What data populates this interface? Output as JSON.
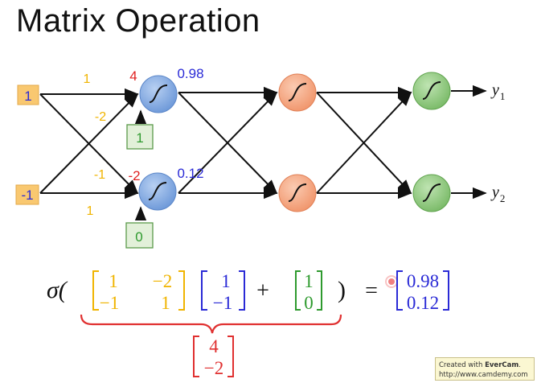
{
  "slide": {
    "title": "Matrix Operation"
  },
  "network": {
    "inputs": [
      "1",
      "-1"
    ],
    "weights_to_top": [
      "1",
      "-2"
    ],
    "weights_to_bottom": [
      "-1",
      "1"
    ],
    "biases": [
      "1",
      "0"
    ],
    "pre_activations": [
      "4",
      "-2"
    ],
    "activations": [
      "0.98",
      "0.12"
    ],
    "outputs": [
      "y",
      "y"
    ],
    "output_subscripts": [
      "1",
      "2"
    ]
  },
  "equation": {
    "sigma": "σ(",
    "close_paren": ")",
    "plus": "+",
    "equals": "=",
    "weight_matrix": [
      [
        "1",
        "−2"
      ],
      [
        "−1",
        "1"
      ]
    ],
    "input_vector": [
      "1",
      "−1"
    ],
    "bias_vector": [
      "1",
      "0"
    ],
    "result_vector": [
      "0.98",
      "0.12"
    ],
    "sum_vector": [
      "4",
      "−2"
    ]
  },
  "watermark": {
    "line1_prefix": "Created with ",
    "line1_brand": "EverCam",
    "line1_suffix": ".",
    "line2": "http://www.camdemy.com"
  },
  "colors": {
    "input_fill": "#f9c870",
    "input_text": "#2a2ad6",
    "weight": "#f0b400",
    "pre_activation": "#e02020",
    "activation": "#2a2ad6",
    "bias_box_fill": "#e2f0d9",
    "bias_box_stroke": "#5a9a4a",
    "bias_text": "#2e9a2e",
    "neuron_layer1": "#7da7e0",
    "neuron_layer2": "#f4a582",
    "neuron_layer3": "#8cc97a",
    "brace": "#e03030"
  }
}
